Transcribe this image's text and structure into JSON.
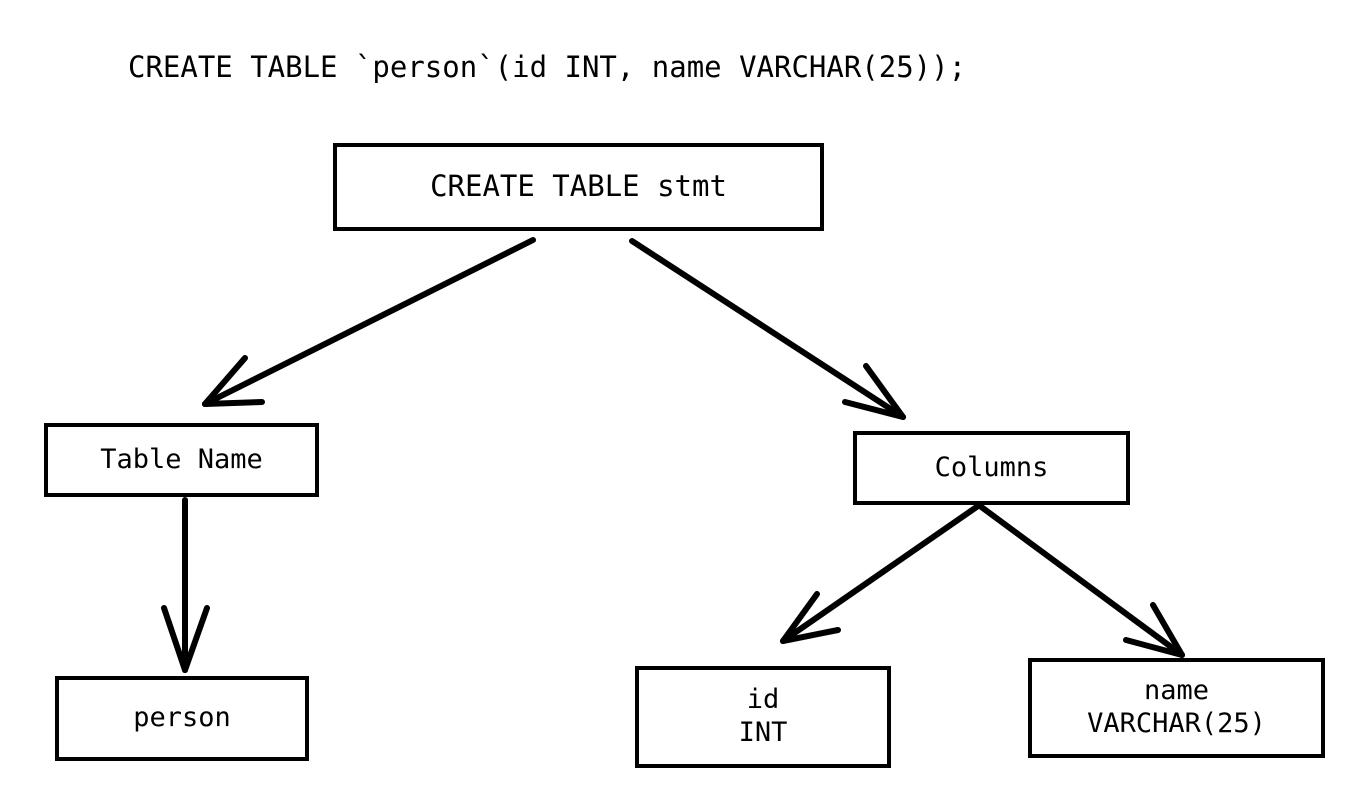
{
  "diagram": {
    "type": "parse-tree",
    "title": "CREATE TABLE `person`(id INT, name VARCHAR(25));",
    "background_color": "#ffffff",
    "stroke_color": "#000000",
    "nodes": [
      {
        "id": "root",
        "label": "CREATE TABLE stmt",
        "lines": [
          "CREATE TABLE stmt"
        ]
      },
      {
        "id": "table_name",
        "label": "Table Name",
        "lines": [
          "Table Name"
        ]
      },
      {
        "id": "columns",
        "label": "Columns",
        "lines": [
          "Columns"
        ]
      },
      {
        "id": "person",
        "label": "person",
        "lines": [
          "person"
        ]
      },
      {
        "id": "column_id",
        "label": "id INT",
        "lines": [
          "id",
          "INT"
        ]
      },
      {
        "id": "column_name",
        "label": "name VARCHAR(25)",
        "lines": [
          "name",
          "VARCHAR(25)"
        ]
      }
    ],
    "edges": [
      {
        "from": "root",
        "to": "table_name",
        "style": "arrow"
      },
      {
        "from": "root",
        "to": "columns",
        "style": "arrow"
      },
      {
        "from": "table_name",
        "to": "person",
        "style": "arrow"
      },
      {
        "from": "columns",
        "to": "column_id",
        "style": "arrow"
      },
      {
        "from": "columns",
        "to": "column_name",
        "style": "arrow"
      }
    ]
  }
}
